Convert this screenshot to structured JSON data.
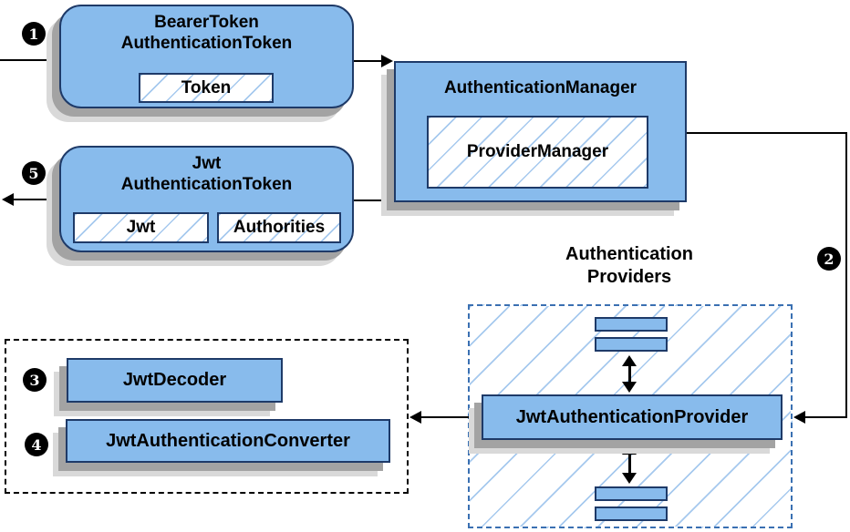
{
  "diagram": {
    "badges": {
      "step1": "1",
      "step2": "2",
      "step3": "3",
      "step4": "4",
      "step5": "5"
    },
    "nodes": {
      "bearer_token": {
        "title_line1": "BearerToken",
        "title_line2": "AuthenticationToken",
        "chip": "Token"
      },
      "authentication_manager": {
        "title": "AuthenticationManager",
        "inner": "ProviderManager"
      },
      "jwt_token": {
        "title_line1": "Jwt",
        "title_line2": "AuthenticationToken",
        "chip_jwt": "Jwt",
        "chip_authorities": "Authorities"
      },
      "providers_group": {
        "label_line1": "Authentication",
        "label_line2": "Providers"
      },
      "jwt_authentication_provider": {
        "label": "JwtAuthenticationProvider"
      },
      "jwt_decoder": {
        "label": "JwtDecoder"
      },
      "jwt_authentication_converter": {
        "label": "JwtAuthenticationConverter"
      }
    },
    "colors": {
      "box_fill": "#88BBEC",
      "box_border": "#1E3A68",
      "hatch_line": "#A6C9EE",
      "dashed_blue": "#3A70B2",
      "shadow_dark": "#A3A3A3",
      "shadow_light": "#D9D9D9",
      "line_color": "#000000",
      "background": "#FFFFFF"
    }
  }
}
